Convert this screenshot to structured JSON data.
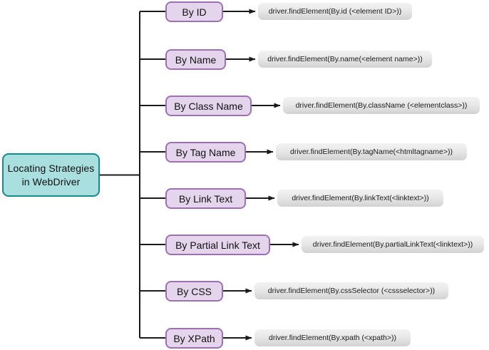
{
  "diagram": {
    "type": "tree",
    "orientation": "left-to-right",
    "background_color": "#ffffff",
    "root": {
      "label": "Locating Strategies\nin WebDriver",
      "line1": "Locating Strategies",
      "line2": "in WebDriver",
      "fill_color": "#aadfe0",
      "border_color": "#138b8e"
    },
    "node_style": {
      "strategy_fill": "#e4d5ec",
      "strategy_border": "#9d70b4",
      "code_fill": "#e8e8e8",
      "connector_color": "#1a1a1a"
    },
    "branches": [
      {
        "strategy": "By ID",
        "code": "driver.findElement(By.id (<element ID>))"
      },
      {
        "strategy": "By Name",
        "code": "driver.findElement(By.name(<element name>))"
      },
      {
        "strategy": "By Class Name",
        "code": "driver.findElement(By.className (<elementclass>))"
      },
      {
        "strategy": "By Tag Name",
        "code": "driver.findElement(By.tagName(<htmltagname>))"
      },
      {
        "strategy": "By Link Text",
        "code": "driver.findElement(By.linkText(<linktext>))"
      },
      {
        "strategy": "By Partial Link Text",
        "code": "driver.findElement(By.partialLinkText(<linktext>))"
      },
      {
        "strategy": "By CSS",
        "code": "driver.findElement(By.cssSelector (<cssselector>))"
      },
      {
        "strategy": "By XPath",
        "code": "driver.findElement(By.xpath (<xpath>))"
      }
    ]
  }
}
